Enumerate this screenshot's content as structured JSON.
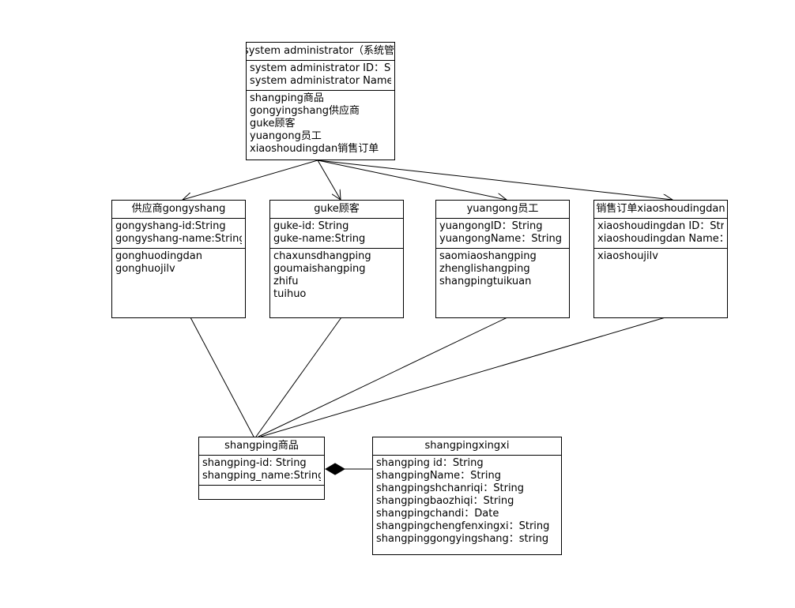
{
  "classes": {
    "admin": {
      "title": "system administrator（系统管理员",
      "attributes": [
        "system administrator ID：String",
        "system administrator Name：String"
      ],
      "operations": [
        "shangping商品",
        "gongyingshang供应商",
        "guke顾客",
        "yuangong员工",
        "xiaoshoudingdan销售订单"
      ]
    },
    "supplier": {
      "title": "供应商gongyshang",
      "attributes": [
        "gongyshang-id:String",
        "gongyshang-name:String"
      ],
      "operations": [
        "gonghuodingdan",
        "gonghuojilv"
      ]
    },
    "customer": {
      "title": "guke顾客",
      "attributes": [
        "guke-id: String",
        "guke-name:String"
      ],
      "operations": [
        "chaxunsdhangping",
        "goumaishangping",
        "zhifu",
        "tuihuo"
      ]
    },
    "employee": {
      "title": "yuangong员工",
      "attributes": [
        "yuangongID：String",
        "yuangongName：String"
      ],
      "operations": [
        "saomiaoshangping",
        "zhenglishangping",
        "shangpingtuikuan"
      ]
    },
    "order": {
      "title": "销售订单xiaoshoudingdan",
      "attributes": [
        "xiaoshoudingdan ID：String",
        "xiaoshoudingdan Name：String"
      ],
      "operations": [
        "xiaoshoujilv"
      ]
    },
    "product": {
      "title": "shangping商品",
      "attributes": [
        "shangping-id: String",
        "shangping_name:String"
      ],
      "operations": []
    },
    "productinfo": {
      "title": "shangpingxingxi",
      "attributes": [
        "shangping id：String",
        "shangpingName：String",
        "shangpingshchanriqi：String",
        "shangpingbaozhiqi：String",
        "shangpingchandi：Date",
        "shangpingchengfenxingxi：String",
        "shangpinggongyingshang：string"
      ]
    }
  }
}
